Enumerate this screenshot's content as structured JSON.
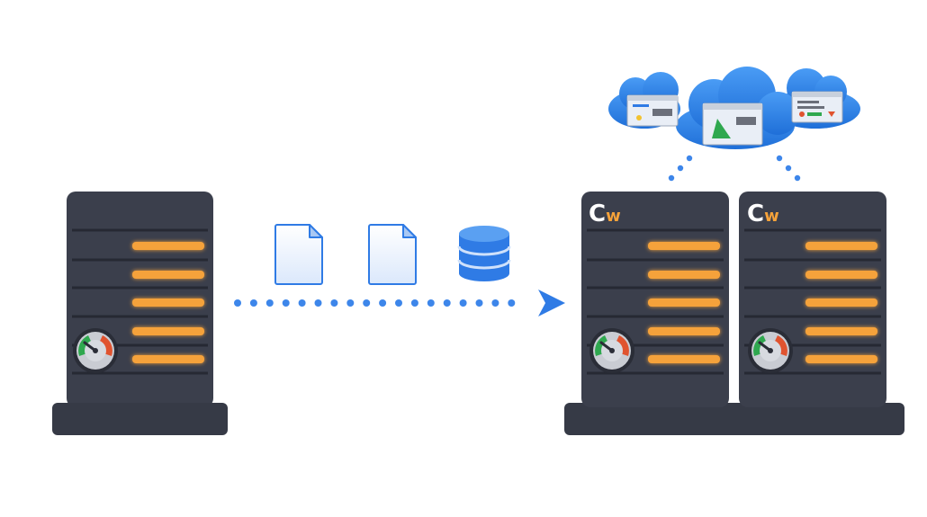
{
  "servers": {
    "source": {
      "slots": 5,
      "gauge": true
    },
    "target_left": {
      "brand_mark": "C",
      "brand_sub": "w",
      "slots": 5,
      "gauge": true
    },
    "target_right": {
      "brand_mark": "C",
      "brand_sub": "w",
      "slots": 5,
      "gauge": true
    }
  },
  "transfer": {
    "items": [
      "document-icon",
      "document-icon",
      "database-icon"
    ],
    "arrow": "dotted-arrow-right"
  },
  "cloud": {
    "windows": [
      "browser-window-left",
      "browser-window-center",
      "browser-window-right"
    ]
  },
  "colors": {
    "server_body": "#3b3f4c",
    "server_base": "#363a46",
    "slot_glow": "#f5a23a",
    "accent_blue": "#2f7be5",
    "cloud_blue": "#2f86ea",
    "brand_white": "#ffffff",
    "brand_orange": "#f5a23a",
    "gauge_green": "#2fa84f",
    "gauge_red": "#e0532f"
  }
}
